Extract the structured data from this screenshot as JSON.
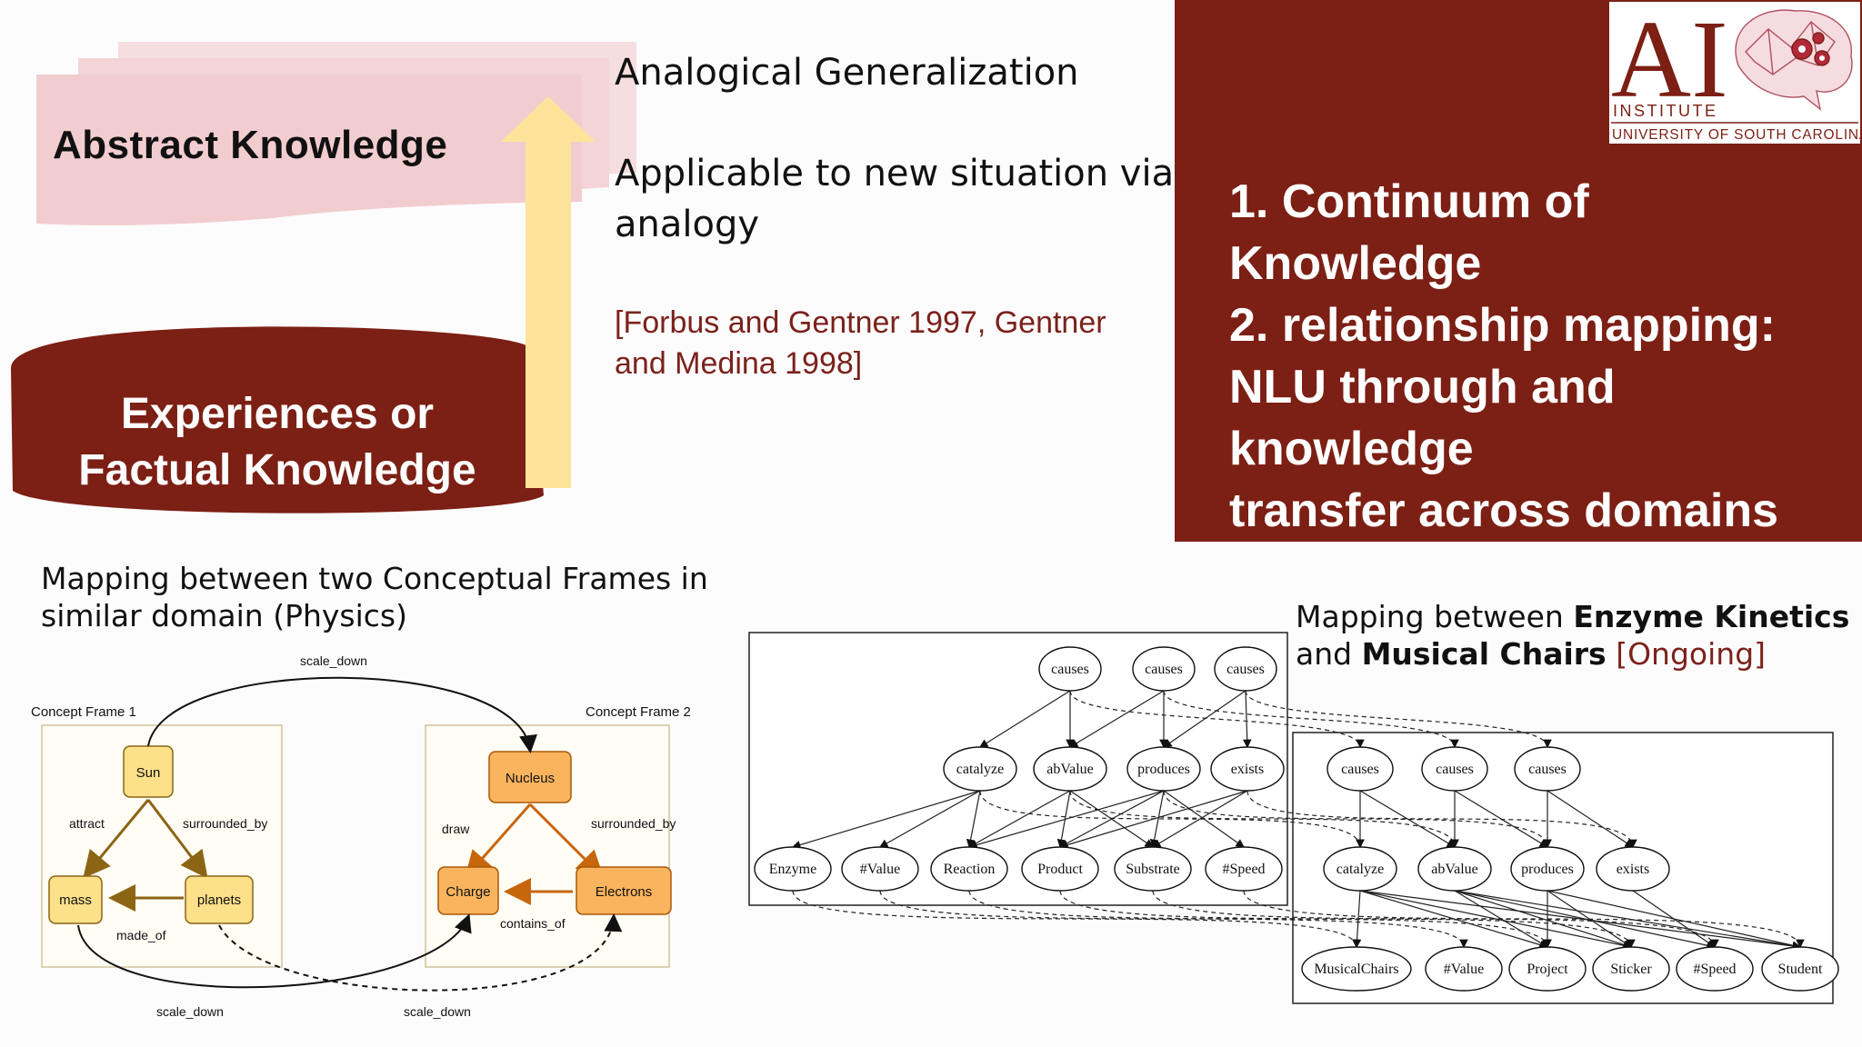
{
  "left_diagram": {
    "abstract_label": "Abstract Knowledge",
    "experience_label_line1": "Experiences or",
    "experience_label_line2": "Factual Knowledge"
  },
  "middle_text": {
    "line1": "Analogical Generalization",
    "line2": "Applicable to new situation via",
    "line3": "analogy",
    "citation_line1": "[Forbus and Gentner 1997, Gentner",
    "citation_line2": "and Medina 1998]"
  },
  "logo": {
    "letters": "AI",
    "institute": "INSTITUTE",
    "university": "UNIVERSITY OF SOUTH CAROLINA"
  },
  "panel": {
    "item1": "1. Continuum of Knowledge",
    "item2": "2. relationship mapping:",
    "item3": "NLU through and knowledge",
    "item4": "transfer across domains"
  },
  "physics": {
    "caption_line1": "Mapping between two Conceptual Frames in",
    "caption_line2": "similar domain (Physics)",
    "frame1": "Concept Frame 1",
    "frame2": "Concept Frame 2",
    "sun": "Sun",
    "mass": "mass",
    "planets": "planets",
    "nucleus": "Nucleus",
    "charge": "Charge",
    "electrons": "Electrons",
    "attract": "attract",
    "surrounded_by_1": "surrounded_by",
    "made_of": "made_of",
    "draw": "draw",
    "surrounded_by_2": "surrounded_by",
    "contains_of": "contains_of",
    "scale_down_top": "scale_down",
    "scale_down_bottom_1": "scale_down",
    "scale_down_bottom_2": "scale_down"
  },
  "enzyme": {
    "caption_prefix": "Mapping between ",
    "caption_bold1": "Enzyme Kinetics",
    "caption_and": "and ",
    "caption_bold2": "Musical Chairs",
    "caption_ongoing": "[Ongoing]",
    "g1_top": [
      "causes",
      "causes",
      "causes"
    ],
    "g1_mid": [
      "catalyze",
      "abValue",
      "produces",
      "exists"
    ],
    "g1_bottom": [
      "Enzyme",
      "#Value",
      "Reaction",
      "Product",
      "Substrate",
      "#Speed"
    ],
    "g2_top": [
      "causes",
      "causes",
      "causes"
    ],
    "g2_mid": [
      "catalyze",
      "abValue",
      "produces",
      "exists"
    ],
    "g2_bottom": [
      "MusicalChairs",
      "#Value",
      "Project",
      "Sticker",
      "#Speed",
      "Student"
    ]
  },
  "colors": {
    "maroon": "#7c1f14",
    "pink": "#f2cdd0",
    "arrow_yellow": "#fde49a",
    "node_yellow": "#fde08a",
    "node_orange": "#fbb45e"
  }
}
